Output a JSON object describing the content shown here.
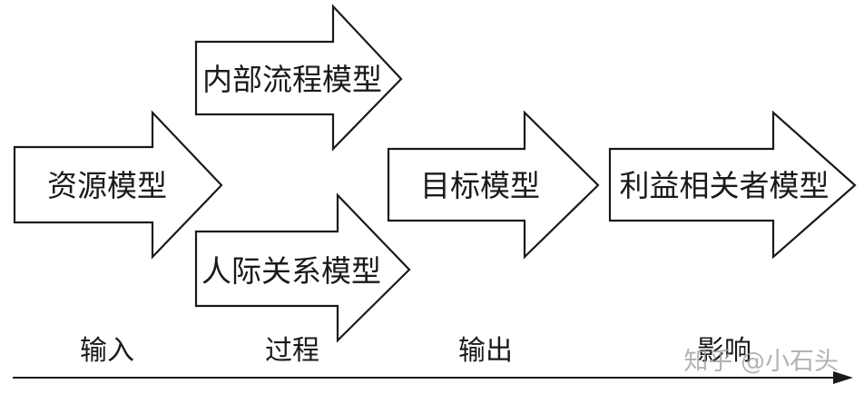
{
  "arrows": {
    "resource_model": "资源模型",
    "internal_process_model": "内部流程模型",
    "interpersonal_model": "人际关系模型",
    "goal_model": "目标模型",
    "stakeholder_model": "利益相关者模型"
  },
  "stages": {
    "input": "输入",
    "process": "过程",
    "output": "输出",
    "impact": "影响"
  },
  "watermark": "知乎 @小石头"
}
